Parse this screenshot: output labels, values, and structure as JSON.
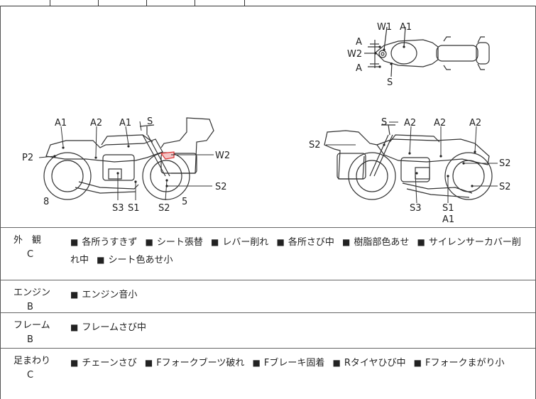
{
  "diagrams": {
    "top_view": {
      "labels": [
        "W1",
        "A1",
        "A",
        "W2",
        "A",
        "S"
      ]
    },
    "left_side": {
      "labels": [
        "A1",
        "A2",
        "A1",
        "S",
        "P2",
        "W2",
        "S2",
        "S3",
        "S1",
        "S2",
        "5",
        "8"
      ]
    },
    "right_side": {
      "labels": [
        "S",
        "A2",
        "A2",
        "A2",
        "S2",
        "S2",
        "S2",
        "S3",
        "S1",
        "A1"
      ]
    }
  },
  "sections": [
    {
      "category": "外　観",
      "grade": "C",
      "items": [
        "各所うすきず",
        "シート張替",
        "レバー削れ",
        "各所さび中",
        "樹脂部色あせ",
        "サイレンサーカバー削れ中",
        "シート色あせ小"
      ]
    },
    {
      "category": "エンジン",
      "grade": "B",
      "items": [
        "エンジン音小"
      ]
    },
    {
      "category": "フレーム",
      "grade": "B",
      "items": [
        "フレームさび中"
      ]
    },
    {
      "category": "足まわり",
      "grade": "C",
      "items": [
        "チェーンさび",
        "Fフォークブーツ破れ",
        "Fブレーキ固着",
        "Rタイヤひび中",
        "Fフォークまがり小"
      ]
    }
  ],
  "bullet_symbol": "■"
}
